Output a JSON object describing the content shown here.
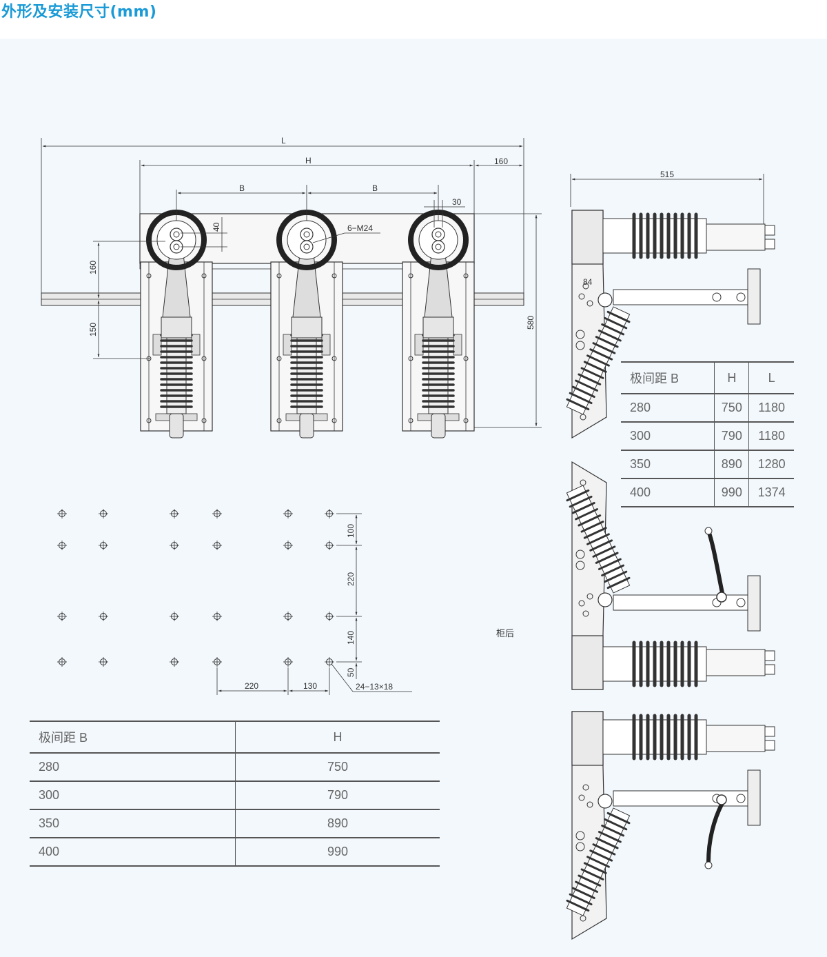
{
  "title": "外形及安装尺寸(mm)",
  "labels": {
    "L": "L",
    "H": "H",
    "dim_160_top": "160",
    "B1": "B",
    "B2": "B",
    "dim_30": "30",
    "dim_40": "40",
    "bolt": "6−M24",
    "dim_160_left": "160",
    "dim_150_left": "150",
    "dim_580": "580",
    "dim_515": "515",
    "dim_84": "84",
    "dim_100": "100",
    "dim_220_v": "220",
    "dim_140": "140",
    "dim_50": "50",
    "dim_220_h": "220",
    "dim_130": "130",
    "holes": "24−13×18",
    "rear": "柜后"
  },
  "table_right": {
    "headers": [
      "极间距 B",
      "H",
      "L"
    ],
    "rows": [
      [
        "280",
        "750",
        "1180"
      ],
      [
        "300",
        "790",
        "1180"
      ],
      [
        "350",
        "890",
        "1280"
      ],
      [
        "400",
        "990",
        "1374"
      ]
    ]
  },
  "table_bottom": {
    "headers": [
      "极间距 B",
      "H"
    ],
    "rows": [
      [
        "280",
        "750"
      ],
      [
        "300",
        "790"
      ],
      [
        "350",
        "890"
      ],
      [
        "400",
        "990"
      ]
    ]
  },
  "colors": {
    "title": "#1a9ad6",
    "panel": "#f3f8fc",
    "line": "#333333"
  }
}
